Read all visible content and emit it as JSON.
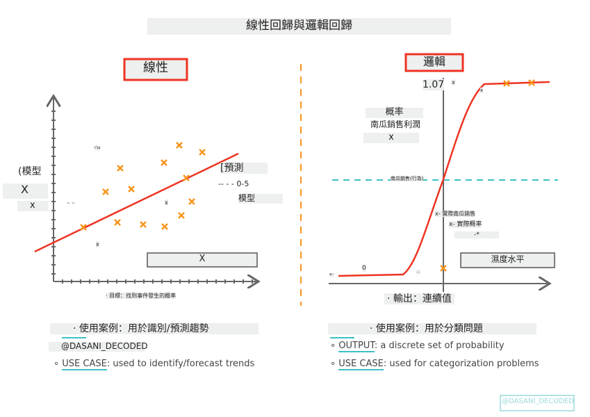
{
  "title": "線性回歸與邏輯回歸",
  "linear": {
    "heading": "線性",
    "small_label_1": "ı'ω",
    "y_label": "(模型",
    "y_var_upper": "X",
    "y_var_lower": "x",
    "axis_note": "~ ~",
    "point_note": "x",
    "line_note": "x",
    "prediction_label": "[預測",
    "range_label": "-- - - 0-5",
    "model_label": "模型",
    "box_mark": "X",
    "goal": "· 目標：找到事件發生的概率",
    "use_case_zh": "· 使用案例：用於識別/預測趨勢",
    "handle": "@DASANI_DECODED",
    "use_case_key": "USE CASE",
    "use_case_text": ": used to identify/forecast trends"
  },
  "logistic": {
    "heading": "邏輯",
    "y_max_label": "1.07",
    "top_mark_1": "x",
    "top_mark_2": "x",
    "y_label_1": "概率",
    "y_label_2": "南瓜銷售利潤",
    "y_label_3": "x",
    "threshold_label": "南瓜銷售(行為)",
    "legend_1": "x- 實際南瓜銷售",
    "legend_2": "x- 實際概率",
    "legend_3": "-*",
    "zero_label": "0",
    "left_mark": "a--",
    "dots_mark": "...",
    "x_label_box": "濕度水平",
    "output_zh": "· 輸出：連續值",
    "use_case_zh": "· 使用案例：用於分類問題",
    "output_key": "OUTPUT",
    "output_text": ": a discrete set of probability",
    "use_case_key": "USE CASE",
    "use_case_text": ": used for categorization problems"
  },
  "watermark": "@DASANI_DECODED",
  "colors": {
    "red": "#ee3322",
    "orange": "#f7941d",
    "teal": "#3cc0c6",
    "axis": "#666666"
  }
}
